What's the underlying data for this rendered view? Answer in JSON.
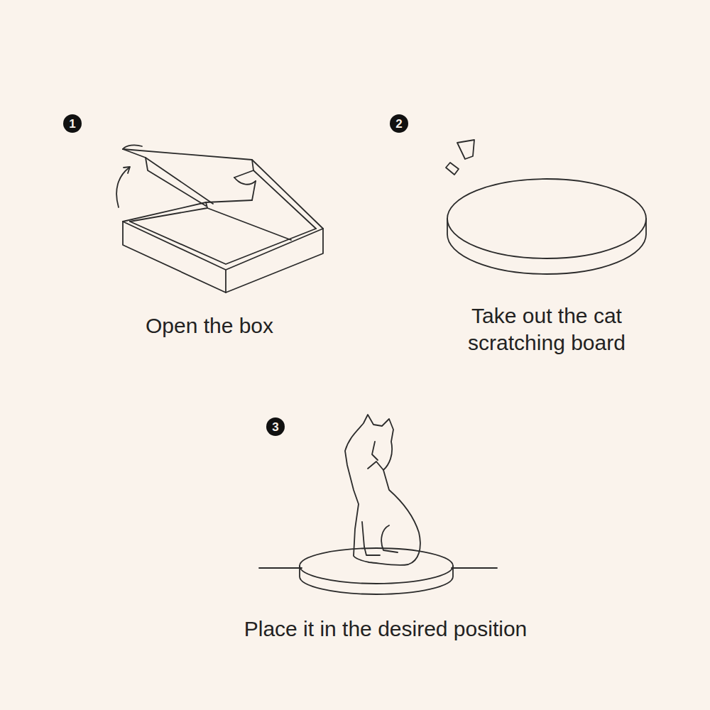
{
  "diagram": {
    "nodes": [
      {
        "text": [
          "1"
        ]
      },
      {
        "text": [
          "2"
        ]
      },
      {
        "text": [
          "3"
        ]
      }
    ],
    "labels": [
      "Open the box",
      "Take out the cat scratching board",
      "Place it in the desired position"
    ]
  }
}
